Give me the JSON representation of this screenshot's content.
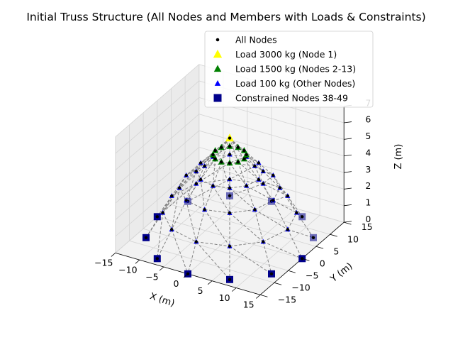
{
  "chart_data": {
    "type": "scatter",
    "projection": "3d",
    "title": "Initial Truss Structure (All Nodes and Members with Loads & Constraints)",
    "xlabel": "X (m)",
    "ylabel": "Y (m)",
    "zlabel": "Z (m)",
    "xlim": [
      -15,
      15
    ],
    "ylim": [
      -15,
      15
    ],
    "zlim": [
      0,
      7
    ],
    "xticks": [
      "−15",
      "−10",
      "−5",
      "0",
      "5",
      "10",
      "15"
    ],
    "yticks": [
      "−15",
      "−10",
      "−5",
      "0",
      "5",
      "10",
      "15"
    ],
    "zticks": [
      "0",
      "1",
      "2",
      "3",
      "4",
      "5",
      "6",
      "7"
    ],
    "grid": true,
    "legend_position": "top-right",
    "members_style": "dashed gray lines",
    "rings": [
      {
        "radius": 0,
        "z": 6.0,
        "count": 1
      },
      {
        "radius": 3,
        "z": 5.0,
        "count": 12
      },
      {
        "radius": 6,
        "z": 4.0,
        "count": 12
      },
      {
        "radius": 9,
        "z": 3.0,
        "count": 12
      },
      {
        "radius": 12,
        "z": 1.5,
        "count": 12
      },
      {
        "radius": 15,
        "z": 0.0,
        "count": 12
      }
    ],
    "series": [
      {
        "name": "All Nodes",
        "marker": "circle",
        "color": "#000000",
        "nodes": "1-61"
      },
      {
        "name": "Load 3000 kg (Node 1)",
        "marker": "triangle",
        "color": "#ffff00",
        "nodes": "1"
      },
      {
        "name": "Load 1500 kg (Nodes 2-13)",
        "marker": "triangle",
        "color": "#008000",
        "nodes": "2-13"
      },
      {
        "name": "Load 100 kg (Other Nodes)",
        "marker": "triangle",
        "color": "#0000ff",
        "nodes": "14-61"
      },
      {
        "name": "Constrained Nodes 38-49",
        "marker": "square",
        "color": "#00008b",
        "nodes": "38-49"
      }
    ]
  }
}
